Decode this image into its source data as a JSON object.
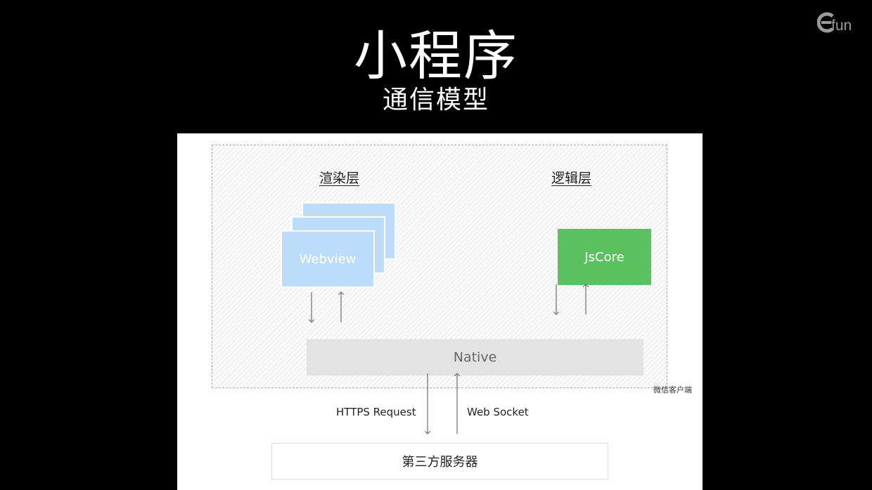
{
  "header": {
    "title": "小程序",
    "subtitle": "通信模型"
  },
  "logo": {
    "icon": "efun-logo"
  },
  "diagram": {
    "render_layer": {
      "title": "渲染层",
      "node": "Webview",
      "color": "#bcdcfa"
    },
    "logic_layer": {
      "title": "逻辑层",
      "node": "JsCore",
      "color": "#5bc160"
    },
    "native": {
      "label": "Native"
    },
    "client_label": "微信客户端",
    "connections": {
      "down_label": "HTTPS Request",
      "up_label": "Web Socket"
    },
    "server": {
      "label": "第三方服务器"
    }
  }
}
